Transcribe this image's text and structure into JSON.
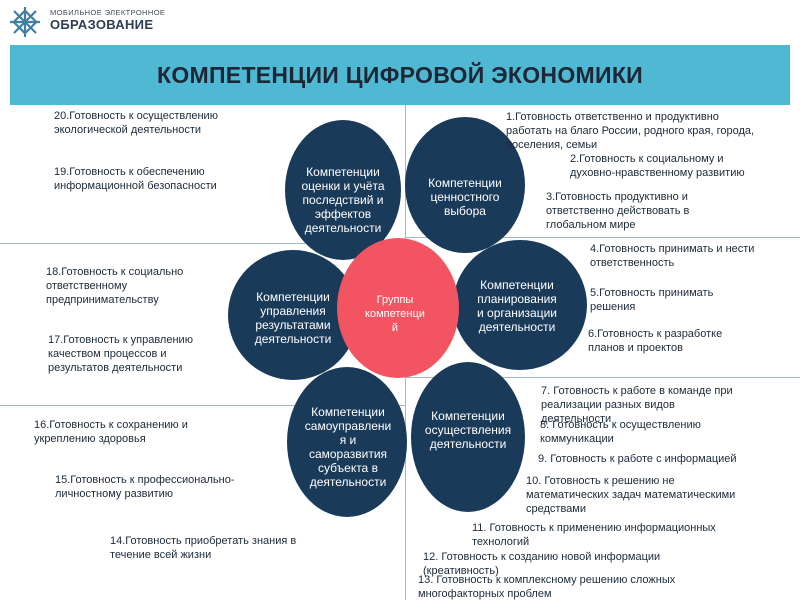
{
  "brand": {
    "top": "МОБИЛЬНОЕ ЭЛЕКТРОННОЕ",
    "main": "ОБРАЗОВАНИЕ",
    "logo_icon": "star-lattice-logo"
  },
  "title": "КОМПЕТЕНЦИИ ЦИФРОВОЙ ЭКОНОМИКИ",
  "colors": {
    "banner": "#4fb8d2",
    "petal": "#1a3a5a",
    "center": "#f25461",
    "divider": "#a7b7c8"
  },
  "center": "Группы\nкомпетенци\nй",
  "petals": {
    "top_left": "Компетенции\nоценки и учёта\nпоследствий и\nэффектов\nдеятельности",
    "top_right": "Компетенции\nценностного\nвыбора",
    "right": "Компетенции\nпланирования\nи организации\nдеятельности",
    "bottom_right": "Компетенции\nосуществления\nдеятельности",
    "bottom_left": "Компетенции\nсамоуправлени\nя и\nсаморазвития\nсубъекта в\nдеятельности",
    "left": "Компетенции\nуправления\nрезультатами\nдеятельности"
  },
  "items": {
    "i1": "1.Готовность ответственно и продуктивно\nработать на благо России, родного края, города,\nпоселения, семьи",
    "i2": "2.Готовность к социальному и\nдуховно-нравственному развитию",
    "i3": "3.Готовность продуктивно и\nответственно действовать в\nглобальном мире",
    "i4": "4.Готовность принимать и нести\nответственность",
    "i5": "5.Готовность принимать\nрешения",
    "i6": "6.Готовность к разработке\nпланов и проектов",
    "i7": "7. Готовность к работе в команде при\nреализации разных видов\nдеятельности",
    "i8": "8. Готовность к осуществлению\nкоммуникации",
    "i9": "9. Готовность к работе с информацией",
    "i10": "10. Готовность к решению не\nматематических задач математическими\nсредствами",
    "i11": "11. Готовность к применению информационных\nтехнологий",
    "i12": "12. Готовность к созданию новой информации\n(креативность)",
    "i13": "13. Готовность к комплексному решению сложных\nмногофакторных проблем",
    "i14": "14.Готовность приобретать знания в\nтечение всей жизни",
    "i15": "15.Готовность к профессионально-\nличностному развитию",
    "i16": "16.Готовность к сохранению и\nукреплению здоровья",
    "i17": "17.Готовность к управлению\nкачеством процессов и\nрезультатов деятельности",
    "i18": "18.Готовность к социально\nответственному\nпредпринимательству",
    "i19": "19.Готовность к обеспечению\nинформационной безопасности",
    "i20": "20.Готовность к осуществлению\nэкологической деятельности"
  }
}
